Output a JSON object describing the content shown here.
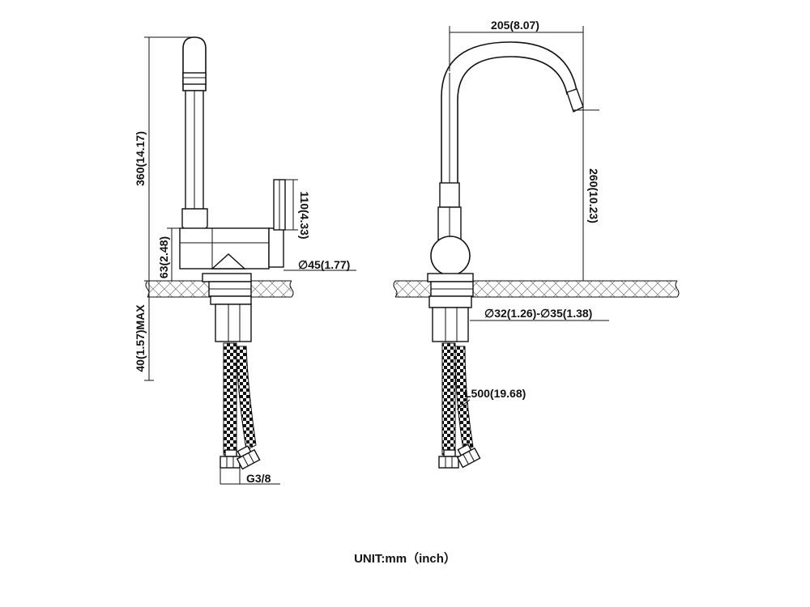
{
  "dimensions": {
    "total_height": "360(14.17)",
    "handle_height": "110(4.33)",
    "body_height": "63(2.48)",
    "body_diameter": "∅45(1.77)",
    "under_counter_max": "40(1.57)MAX",
    "fitting_thread": "G3/8",
    "spout_reach": "205(8.07)",
    "spout_height": "260(10.23)",
    "hole_diameter": "∅32(1.26)-∅35(1.38)",
    "hose_length": "L500(19.68)"
  },
  "unit_label": "UNIT:mm（inch）"
}
